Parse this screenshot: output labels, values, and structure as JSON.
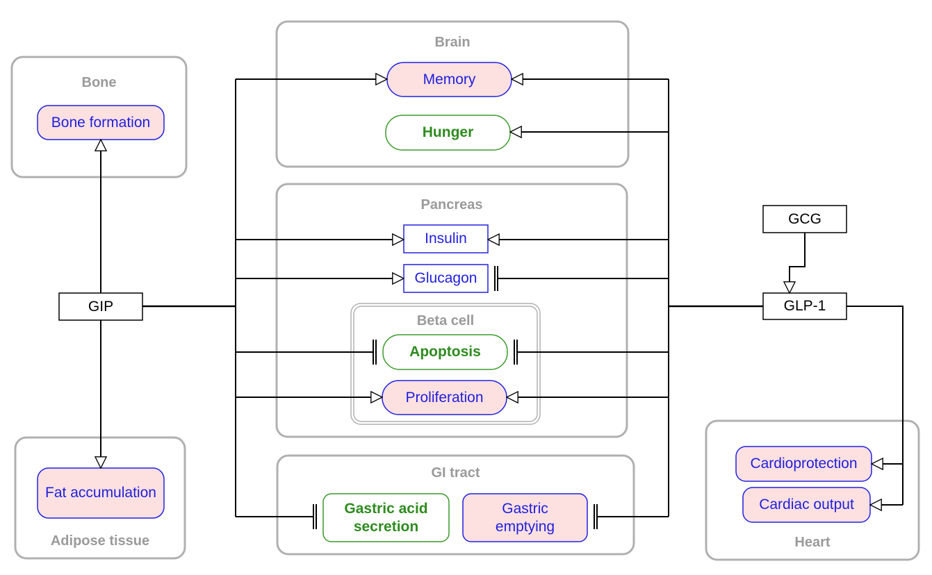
{
  "regions": {
    "bone": "Bone",
    "adipose": "Adipose tissue",
    "brain": "Brain",
    "pancreas": "Pancreas",
    "beta_cell": "Beta cell",
    "gi_tract": "GI tract",
    "heart": "Heart"
  },
  "nodes": {
    "gip": "GIP",
    "glp1": "GLP-1",
    "gcg": "GCG",
    "bone_formation": "Bone formation",
    "fat_accumulation": "Fat accumulation",
    "memory": "Memory",
    "hunger": "Hunger",
    "insulin": "Insulin",
    "glucagon": "Glucagon",
    "apoptosis": "Apoptosis",
    "proliferation": "Proliferation",
    "gastric_acid": "Gastric acid secretion",
    "gastric_emptying": "Gastric emptying",
    "cardioprotection": "Cardioprotection",
    "cardiac_output": "Cardiac output"
  },
  "colors": {
    "region_border": "#b0b0b0",
    "region_text": "#9a9a9a",
    "increase_fill": "#fde0e0",
    "increase_border": "#2020e0",
    "decrease_border": "#3a9a2a",
    "decrease_text": "#2e8b1f",
    "edge": "#000000"
  }
}
